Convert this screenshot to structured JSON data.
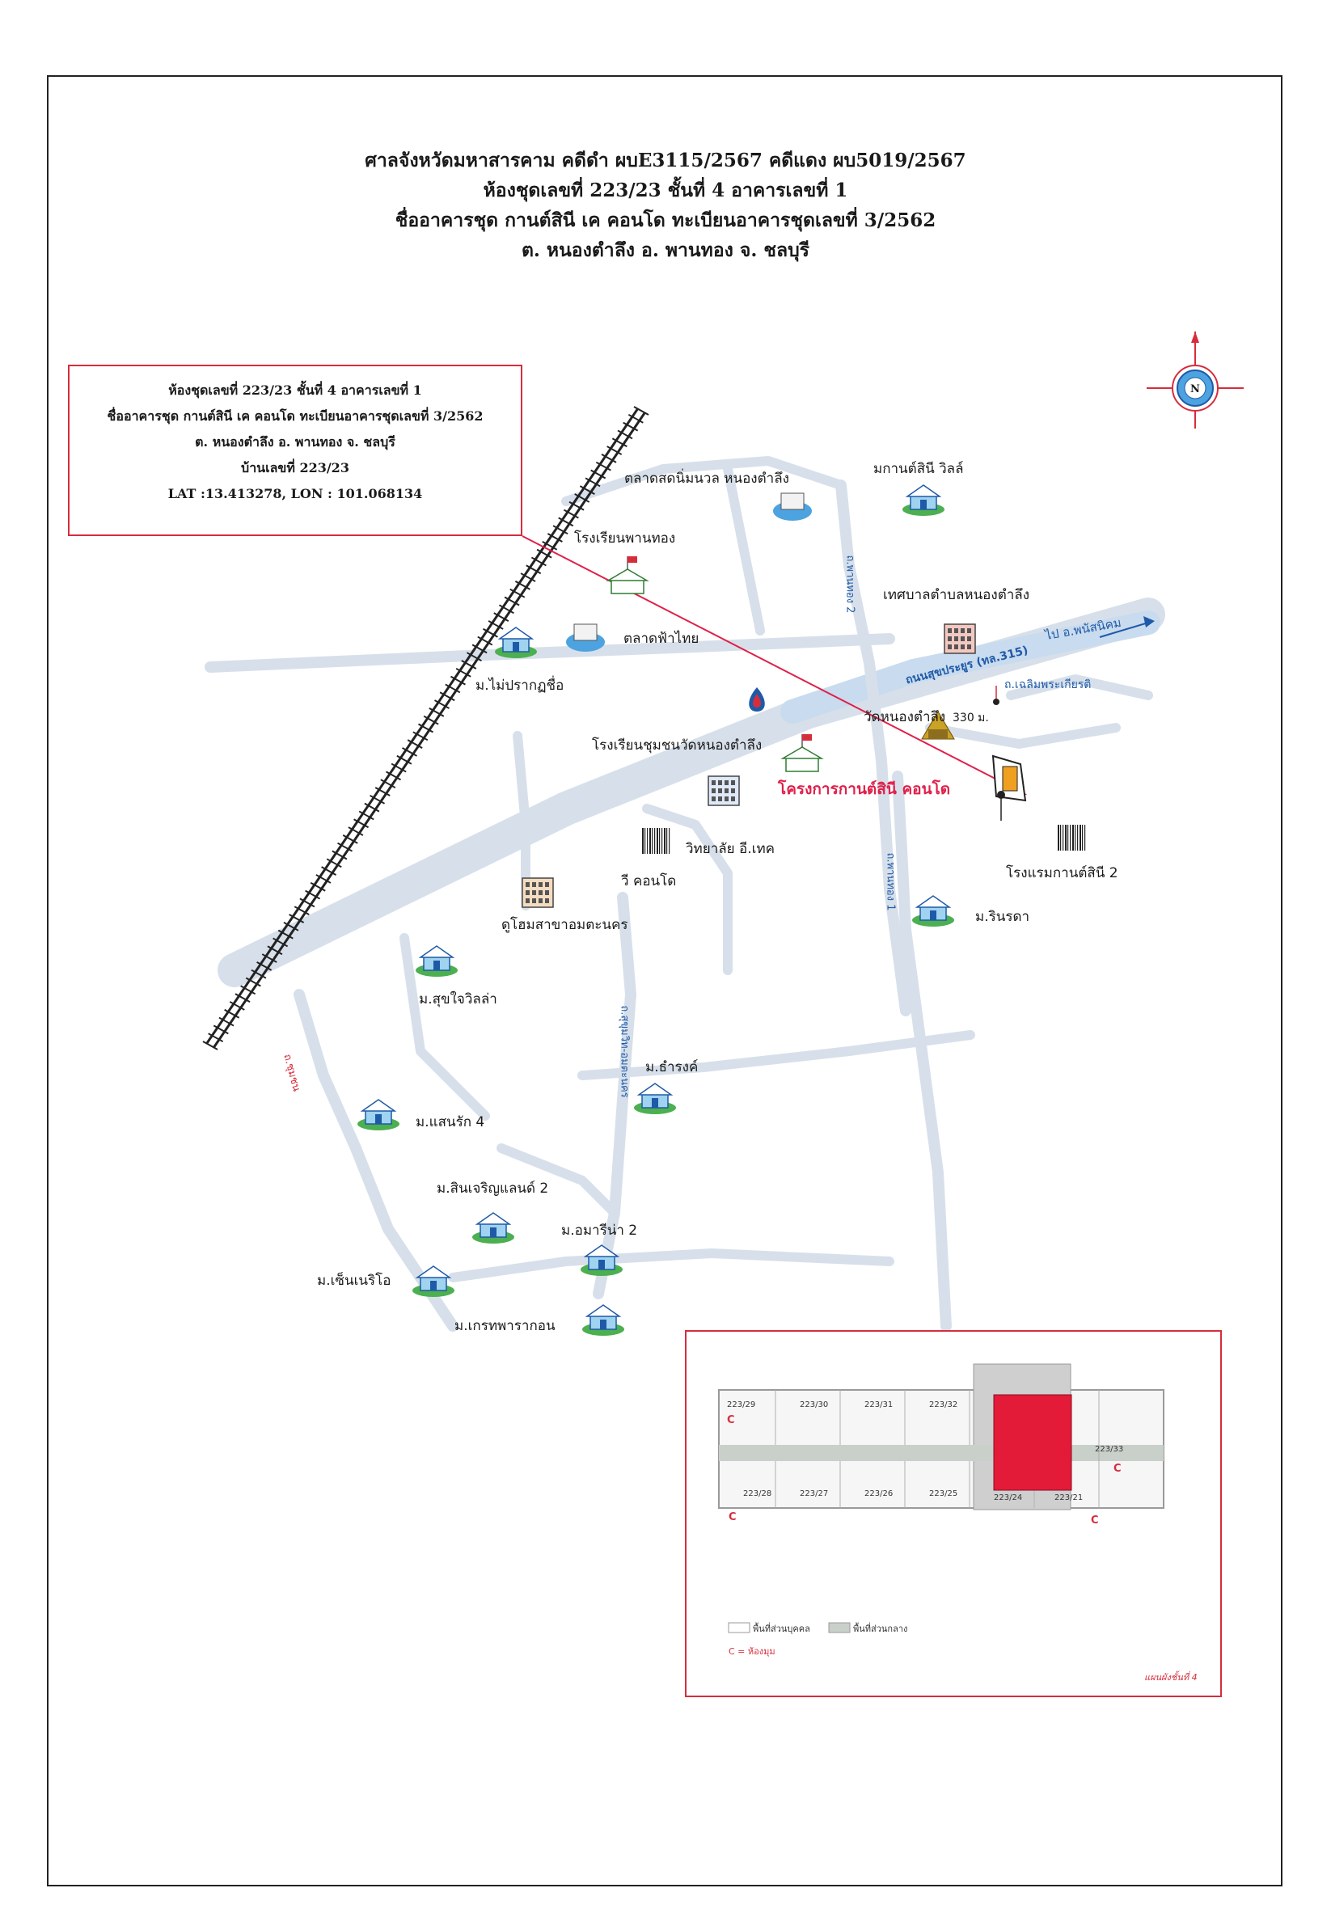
{
  "header": {
    "line1": "ศาลจังหวัดมหาสารคาม คดีดำ ผบE3115/2567 คดีแดง ผบ5019/2567",
    "line2": "ห้องชุดเลขที่ 223/23 ชั้นที่ 4 อาคารเลขที่ 1",
    "line3": "ชื่ออาคารชุด กานต์สินี เค คอนโด ทะเบียนอาคารชุดเลขที่ 3/2562",
    "line4": "ต. หนองตำลึง อ. พานทอง จ. ชลบุรี"
  },
  "infobox": {
    "line1": "ห้องชุดเลขที่ 223/23 ชั้นที่ 4 อาคารเลขที่ 1",
    "line2": "ชื่ออาคารชุด กานต์สินี เค คอนโด ทะเบียนอาคารชุดเลขที่ 3/2562",
    "line3": "ต. หนองตำลึง อ. พานทอง จ. ชลบุรี",
    "line4": "บ้านเลขที่  223/23",
    "coords": "LAT :13.413278,  LON : 101.068134"
  },
  "compass": {
    "letter": "N"
  },
  "map": {
    "places": {
      "market_nim": "ตลาดสดนิ่มนวล หนองตำลึง",
      "mkansinee_villa": "มกานต์สินี วิลล์",
      "school_phanthong": "โรงเรียนพานทอง",
      "municipality": "เทศบาลตำบลหนองตำลึง",
      "market_fathai": "ตลาดฟ้าไทย",
      "to_phanatnikhom": "ไป อ.พนัสนิคม",
      "m_mai_prakot": "ม.ไม่ปรากฏชื่อ",
      "wat_nongtamlueng": "วัดหนองตำลึง",
      "chalerm_prakiat": "ถ.เฉลิมพระเกียรติ",
      "distance": "330 ม.",
      "school_community": "โรงเรียนชุมชนวัดหนองตำลึง",
      "project": "โครงการกานต์สินี คอนโด",
      "college": "วิทยาลัย อี.เทค",
      "hotel": "โรงแรมกานต์สินี 2",
      "w_condo": "วี คอนโด",
      "m_rinrada": "ม.รินรดา",
      "dusit_branch": "ดูโฮมสาขาอมตะนคร",
      "m_sukjai": "ม.สุขใจวิลล่า",
      "m_tharong": "ม.ธำรงค์",
      "m_saenrak": "ม.แสนรัก 4",
      "m_sincharoen": "ม.สินเจริญแลนด์ 2",
      "m_amarina": "ม.อมารีน่า 2",
      "m_scenario": "ม.เซ็นเนริโอ",
      "m_greenpark": "ม.เกรทพารากอน"
    },
    "roads": {
      "sukhaprayoon": "ถนนสุขประยูร (ทล.315)",
      "phanthong2": "ถ.พานทอง 2",
      "phanthong1": "ถ.พานทอง 1",
      "community": "ถ.ชุมชน",
      "amata": "ถ.สุขุมวิท-อมตะนคร"
    }
  },
  "floorplan": {
    "units_top": [
      "223/29",
      "223/30",
      "223/31",
      "223/32",
      "223/33"
    ],
    "units_bottom": [
      "223/28",
      "223/27",
      "223/26",
      "223/25",
      "223/24",
      "223/21"
    ],
    "corner_letter": "C",
    "legend_common": "พื้นที่ส่วนบุคคล",
    "legend_shared": "พื้นที่ส่วนกลาง",
    "legend_corner": "C = ห้องมุม",
    "caption": "แผนผังชั้นที่ 4",
    "highlight_color": "#e41b38"
  }
}
